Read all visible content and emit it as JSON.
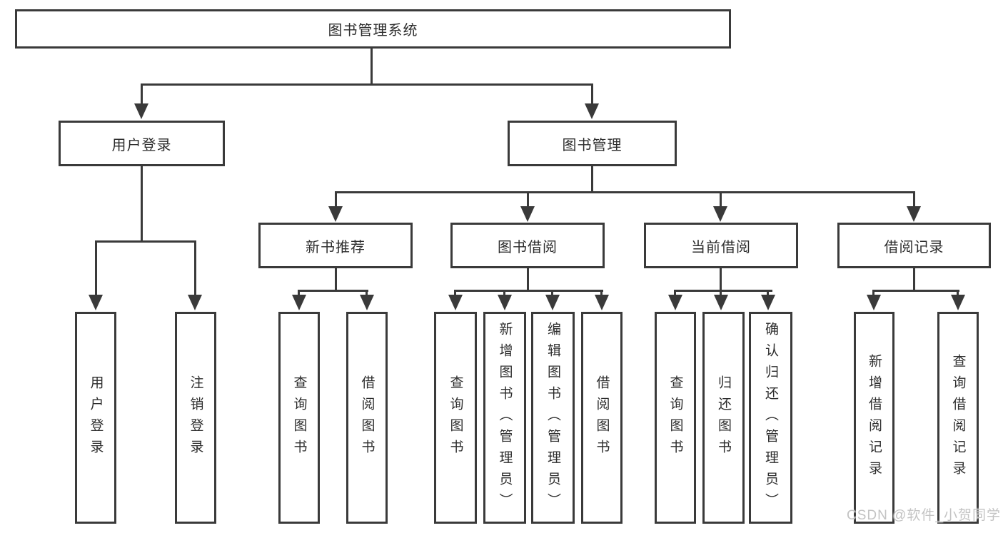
{
  "tree": {
    "label": "图书管理系统",
    "children": [
      {
        "label": "用户登录",
        "children": [
          {
            "label": "用户登录"
          },
          {
            "label": "注销登录"
          }
        ]
      },
      {
        "label": "图书管理",
        "children": [
          {
            "label": "新书推荐",
            "children": [
              {
                "label": "查询图书"
              },
              {
                "label": "借阅图书"
              }
            ]
          },
          {
            "label": "图书借阅",
            "children": [
              {
                "label": "查询图书"
              },
              {
                "label": "新增图书（管理员）"
              },
              {
                "label": "编辑图书（管理员）"
              },
              {
                "label": "借阅图书"
              }
            ]
          },
          {
            "label": "当前借阅",
            "children": [
              {
                "label": "查询图书"
              },
              {
                "label": "归还图书"
              },
              {
                "label": "确认归还（管理员）"
              }
            ]
          },
          {
            "label": "借阅记录",
            "children": [
              {
                "label": "新增借阅记录"
              },
              {
                "label": "查询借阅记录"
              }
            ]
          }
        ]
      }
    ]
  },
  "watermark": {
    "text": "CSDN @软件_小贺同学"
  },
  "colors": {
    "line": "#3a3a3a",
    "text": "#2d2d2d",
    "watermark": "#c3c3c3",
    "background": "#ffffff"
  }
}
